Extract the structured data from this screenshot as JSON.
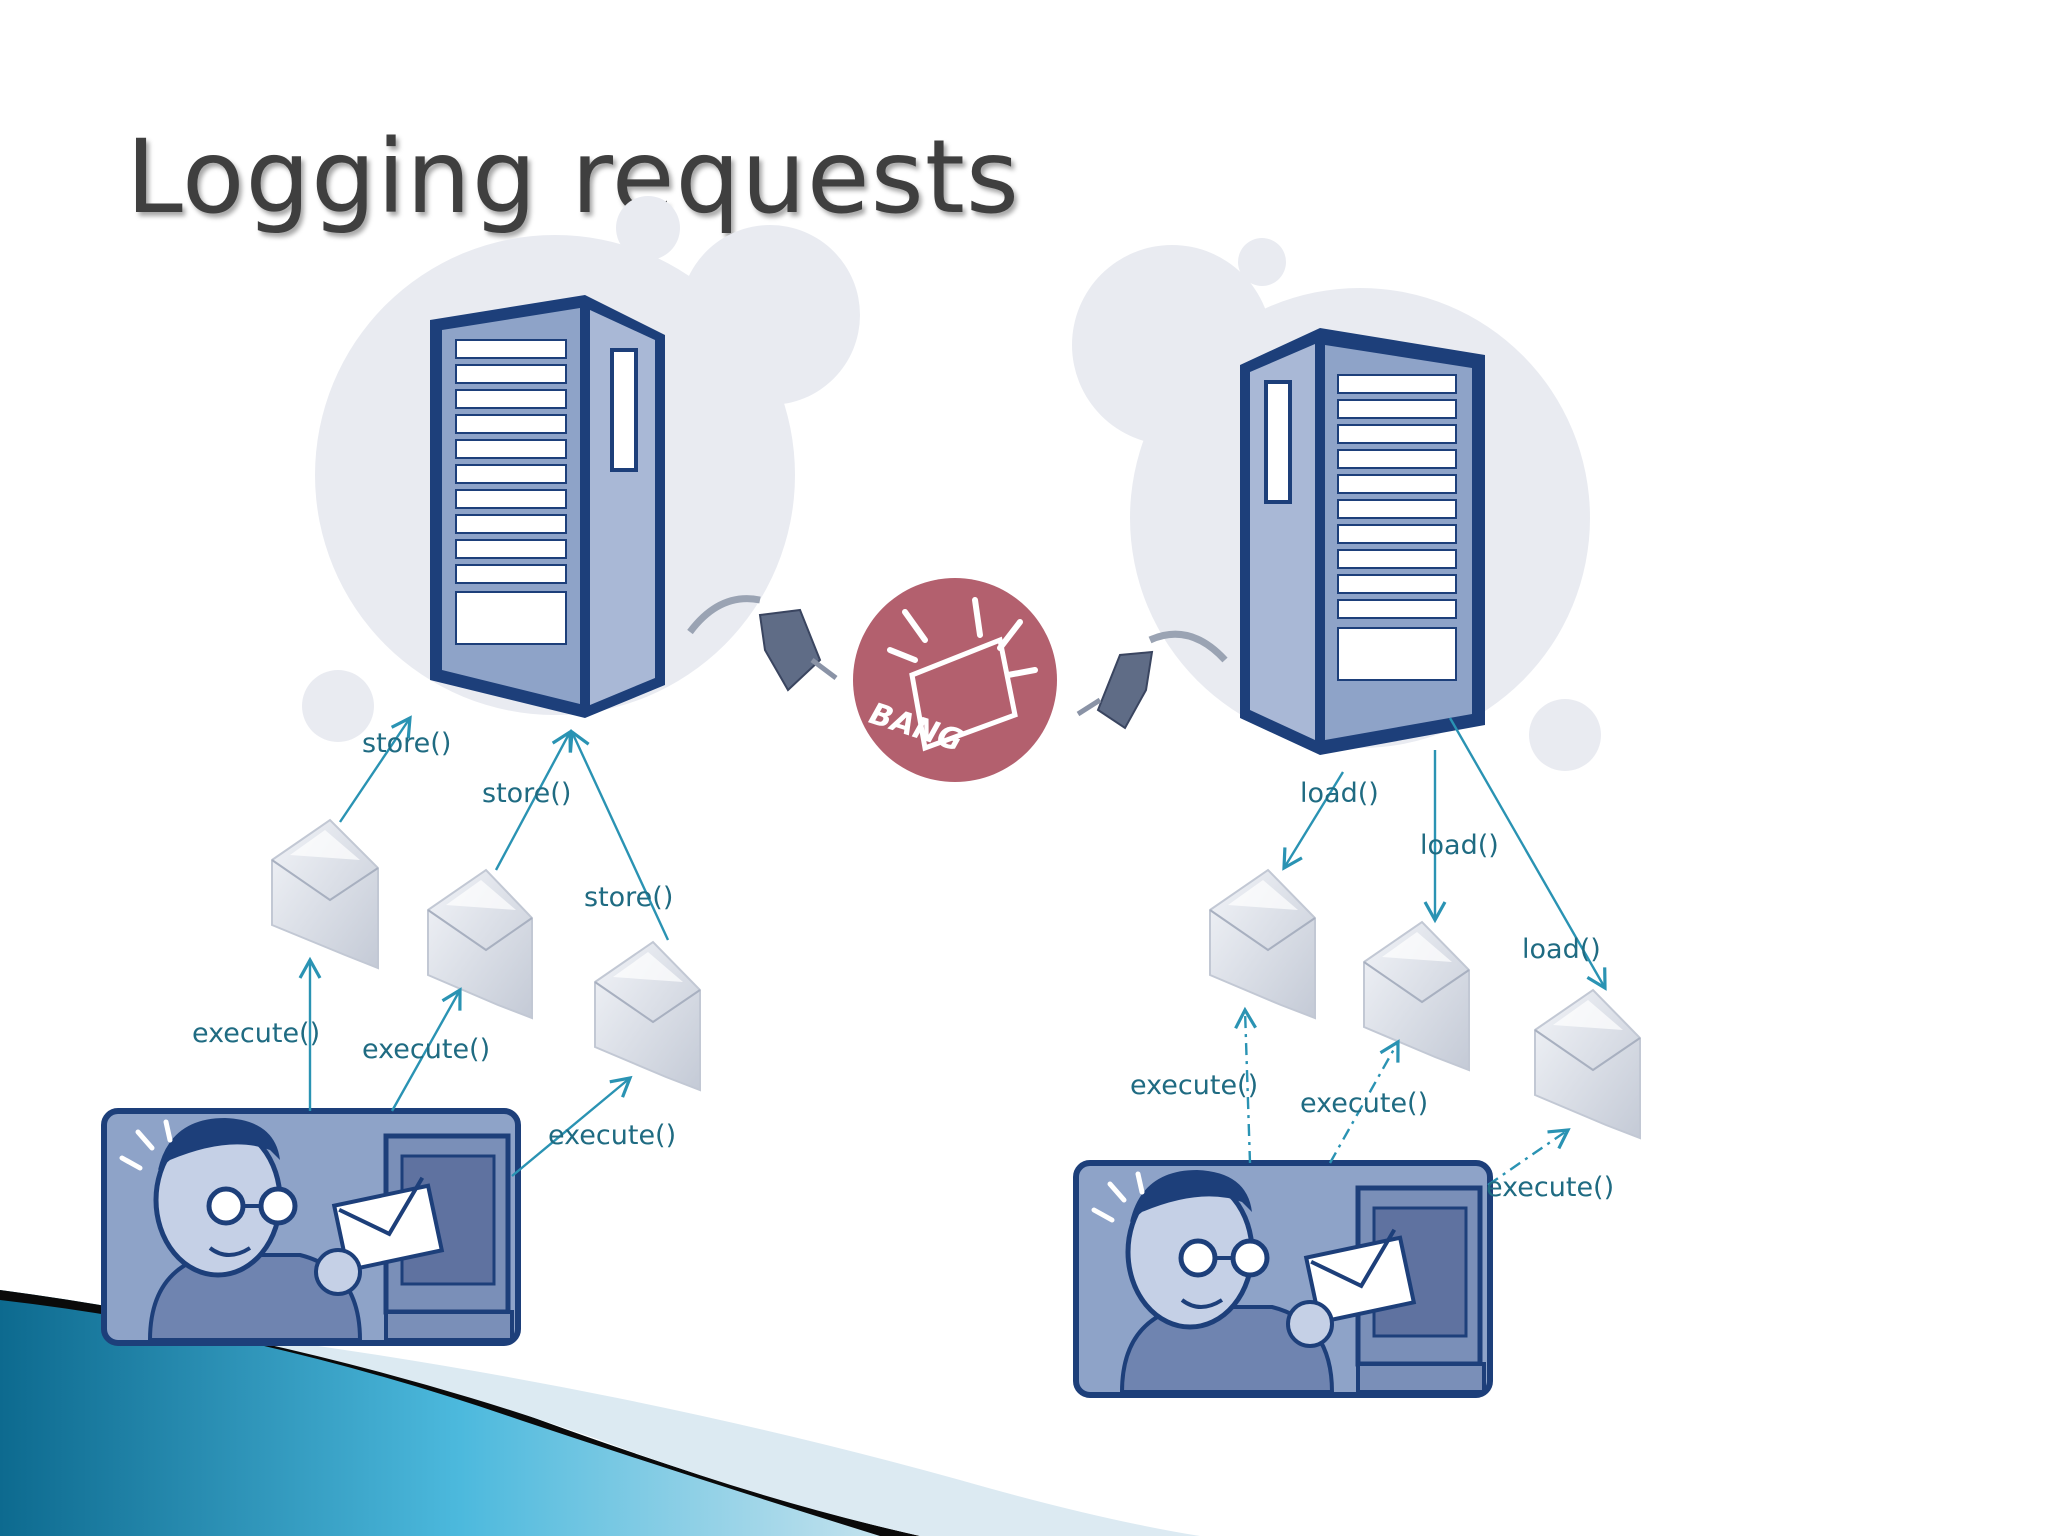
{
  "slide": {
    "title": "Logging requests"
  },
  "left_side": {
    "store_labels": [
      "store()",
      "store()",
      "store()"
    ],
    "execute_labels": [
      "execute()",
      "execute()",
      "execute()"
    ]
  },
  "right_side": {
    "load_labels": [
      "load()",
      "load()",
      "load()"
    ],
    "execute_labels": [
      "execute()",
      "execute()",
      "execute()"
    ]
  },
  "bang_text": "BANG",
  "colors": {
    "arrow": "#2a93b3",
    "label": "#1f6b82",
    "server_dark": "#1d3f7a",
    "server_fill": "#8ea3c8",
    "bubble": "#e9ebf1",
    "bang": "#b3606e",
    "accent_wave": "#3aa7cc"
  }
}
